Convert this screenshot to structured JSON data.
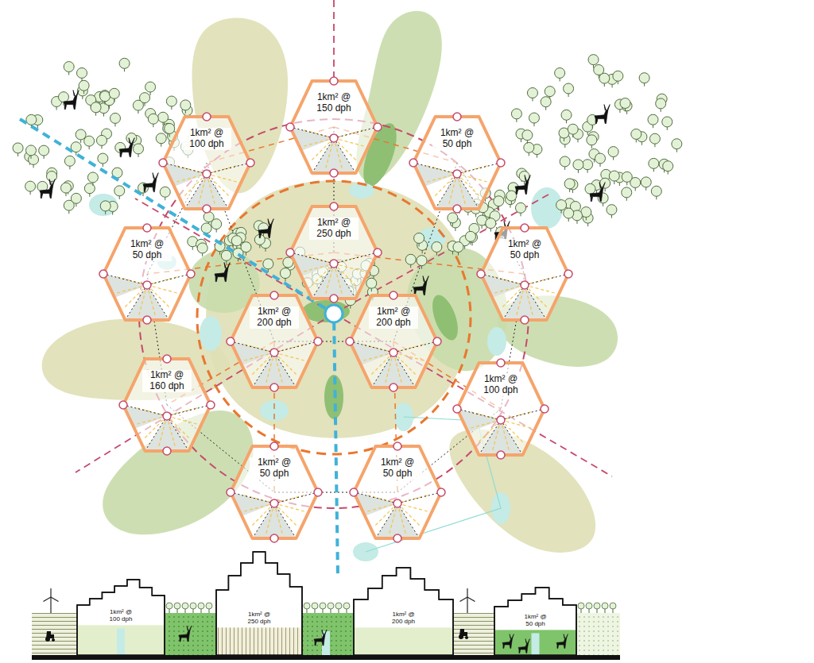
{
  "diagram": {
    "nodes": [
      {
        "text": [
          "1km² @ 150 dph"
        ]
      },
      {
        "text": [
          "1km² @ 100 dph"
        ]
      },
      {
        "text": [
          "1km² @ 50 dph"
        ]
      },
      {
        "text": [
          "1km² @ 250 dph"
        ]
      },
      {
        "text": [
          "1km² @ 50 dph"
        ]
      },
      {
        "text": [
          "1km² @ 50 dph"
        ]
      },
      {
        "text": [
          "1km² @ 200 dph"
        ]
      },
      {
        "text": [
          "1km² @ 200 dph"
        ]
      },
      {
        "text": [
          "1km² @ 160 dph"
        ]
      },
      {
        "text": [
          "1km² @ 100 dph"
        ]
      },
      {
        "text": [
          "1km² @ 50 dph"
        ]
      },
      {
        "text": [
          "1km² @ 50 dph"
        ]
      },
      {
        "text": [
          "1km² @ 100 dph"
        ]
      },
      {
        "text": [
          "1km² @ 250 dph"
        ]
      },
      {
        "text": [
          "1km² @ 200 dph"
        ]
      },
      {
        "text": [
          "1km² @ 50 dph"
        ]
      }
    ]
  }
}
